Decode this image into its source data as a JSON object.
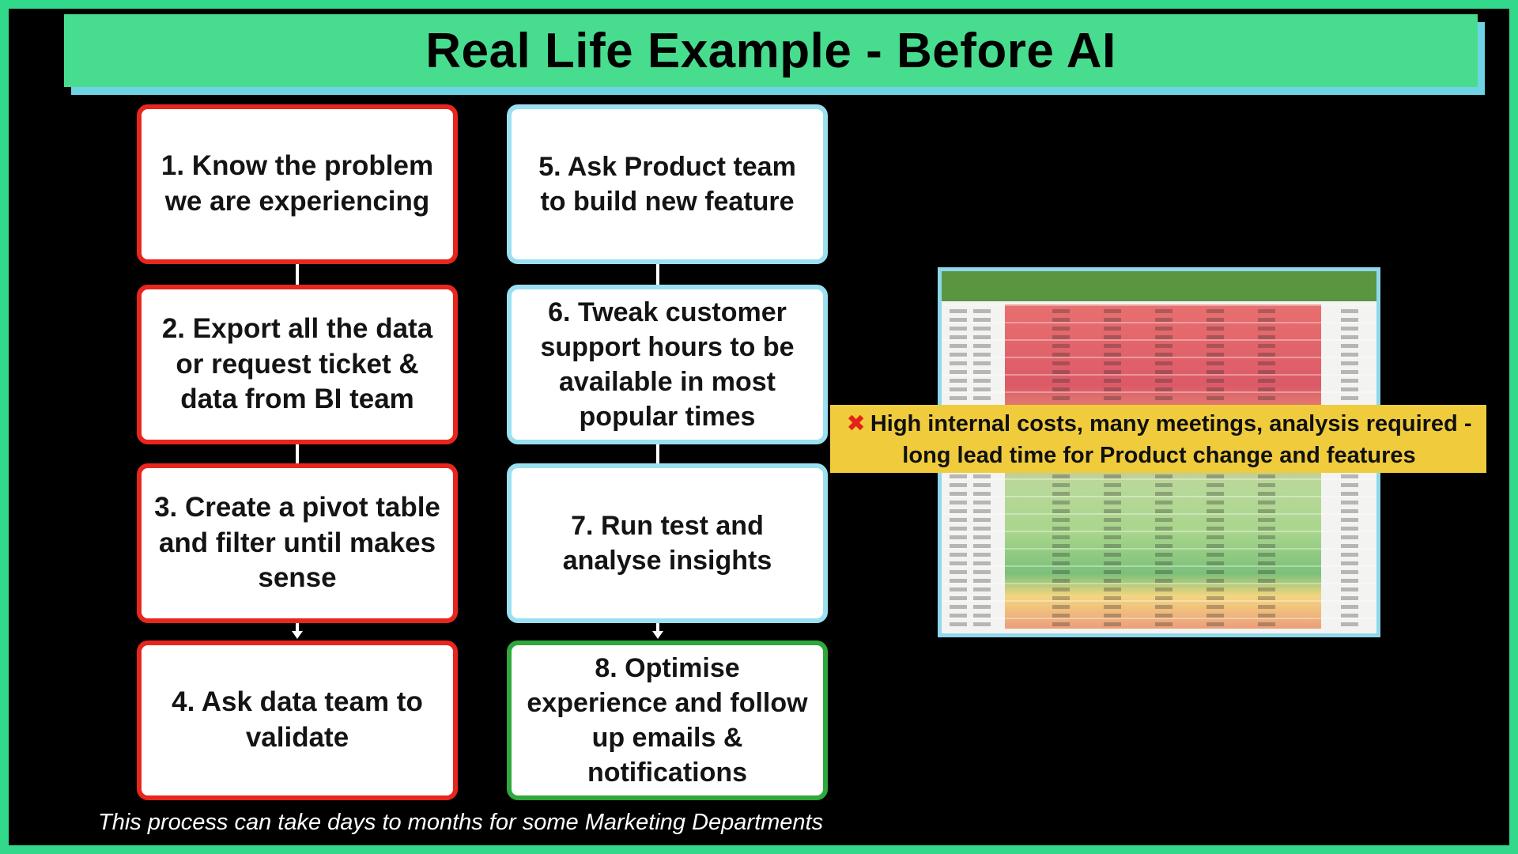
{
  "title": "Real Life Example - Before AI",
  "steps": [
    {
      "label": "1. Know the problem we are experiencing"
    },
    {
      "label": "2. Export all the data or request ticket & data from BI team"
    },
    {
      "label": "3. Create a pivot table and filter until makes sense"
    },
    {
      "label": "4. Ask data team to validate"
    },
    {
      "label": "5. Ask Product team to build new feature"
    },
    {
      "label": "6. Tweak customer support hours to be available in most popular times"
    },
    {
      "label": "7. Run test and analyse insights"
    },
    {
      "label": "8. Optimise experience and follow up emails & notifications"
    }
  ],
  "callout": {
    "icon": "cross-mark-icon",
    "text": "High internal costs, many meetings, analysis required - long lead time for Product change and features"
  },
  "footnote": "This process can take days to months for some Marketing Departments",
  "colors": {
    "frame": "#33d98a",
    "title_bar": "#48dc8f",
    "title_shadow": "#6fd3e6",
    "red_border": "#e8261d",
    "blue_border": "#9ae0f0",
    "green_border": "#2fa83c",
    "callout_bg": "#f0cc3d"
  }
}
